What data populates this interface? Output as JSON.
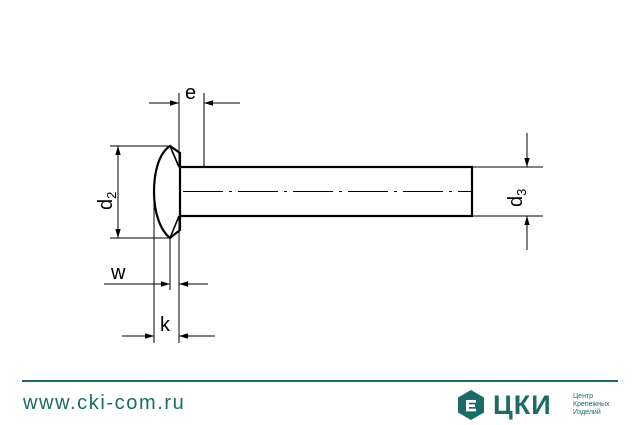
{
  "theme": {
    "brand_color": "#1b6b66",
    "line_color": "#000000"
  },
  "drawing": {
    "labels": {
      "e": "e",
      "d2": {
        "base": "d",
        "sub": "2"
      },
      "d3": {
        "base": "d",
        "sub": "3"
      },
      "w": "w",
      "k": "k"
    }
  },
  "footer": {
    "url": "www.cki-com.ru",
    "logo": {
      "icon": "hexagon-e-icon",
      "wordmark": "ЦКИ",
      "tagline": [
        "Центр",
        "Крепежных",
        "Изделий"
      ]
    }
  }
}
